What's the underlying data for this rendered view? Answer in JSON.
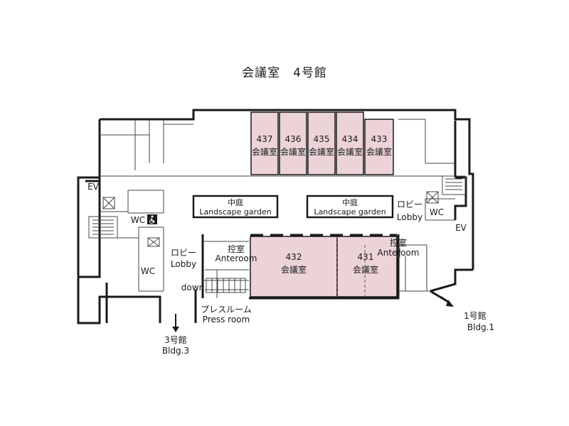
{
  "title": "会議室　4号館",
  "rooms_small": [
    {
      "number": "437",
      "name": "会議室"
    },
    {
      "number": "436",
      "name": "会議室"
    },
    {
      "number": "435",
      "name": "会議室"
    },
    {
      "number": "434",
      "name": "会議室"
    },
    {
      "number": "433",
      "name": "会議室"
    }
  ],
  "rooms_large": [
    {
      "number": "432",
      "name": "会議室"
    },
    {
      "number": "431",
      "name": "会議室"
    }
  ],
  "courtyards": [
    {
      "jp": "中庭",
      "en": "Landscape garden"
    },
    {
      "jp": "中庭",
      "en": "Landscape garden"
    }
  ],
  "labels": {
    "ev": "EV",
    "wc": "WC",
    "lobby_jp": "ロビー",
    "lobby_en": "Lobby",
    "anteroom_jp": "控室",
    "anteroom_en": "Anteroom",
    "down": "down",
    "press_jp": "プレスルーム",
    "press_en": "Press room",
    "bldg3_jp": "3号館",
    "bldg3_en": "Bldg.3",
    "bldg1_jp": "1号館",
    "bldg1_en": "Bldg.1"
  },
  "colors": {
    "meeting_room": "#ecd3d8",
    "wall": "#1a1a1a"
  }
}
